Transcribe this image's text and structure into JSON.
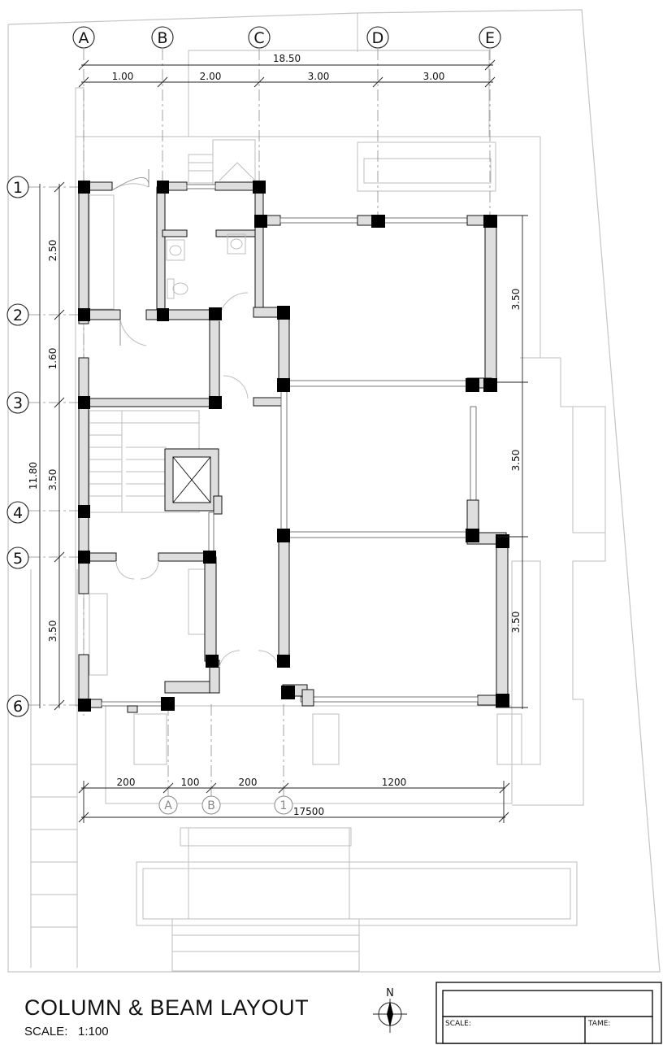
{
  "drawing": {
    "title": "COLUMN & BEAM LAYOUT",
    "scale_label": "SCALE:",
    "scale_value": "1:100",
    "north_label": "N"
  },
  "grid": {
    "columns": [
      "A",
      "B",
      "C",
      "D",
      "E"
    ],
    "rows": [
      "1",
      "2",
      "3",
      "4",
      "5",
      "6"
    ],
    "bottom_marks": [
      "A",
      "B",
      "1"
    ]
  },
  "dimensions": {
    "top_total": "18.50",
    "top_segments": [
      "1.00",
      "2.00",
      "3.00",
      "3.00"
    ],
    "left_total": "11.80",
    "left_segments": [
      "2.50",
      "1.60",
      "3.50",
      "3.50"
    ],
    "right_segments": [
      "3.50",
      "3.50",
      "3.50"
    ],
    "bottom_segments": [
      "200",
      "100",
      "200",
      "1200"
    ],
    "bottom_total": "17500"
  },
  "title_block": {
    "scale_field": "SCALE:",
    "name_field": "TAME:"
  }
}
